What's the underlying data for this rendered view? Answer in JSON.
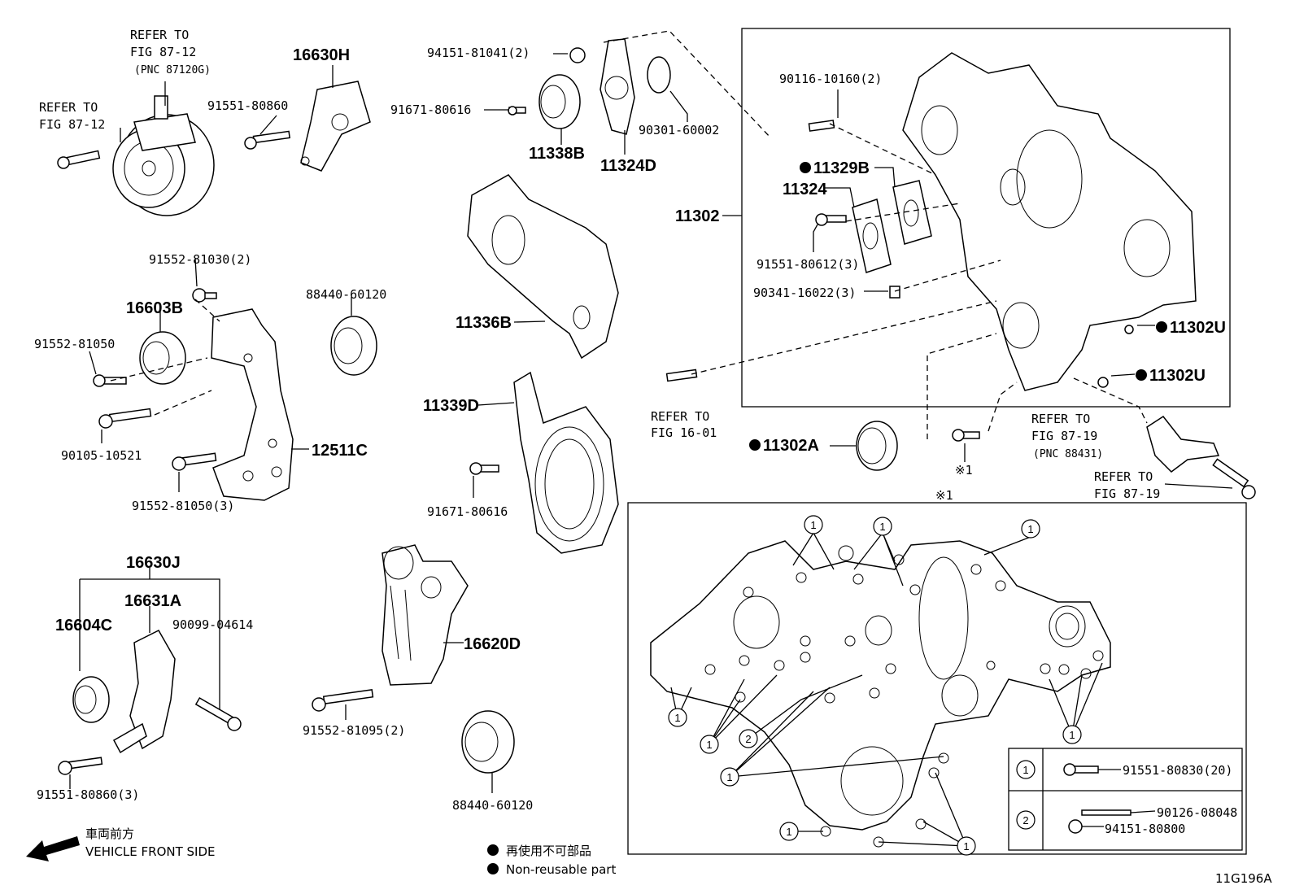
{
  "labels": {
    "p16630H": "16630H",
    "ref_87_12_a": "REFER TO",
    "ref_87_12_b": "FIG 87-12",
    "pnc_87120G": "(PNC 87120G)",
    "ref_87_12_c": "REFER TO",
    "ref_87_12_d": "FIG 87-12",
    "p91551_80860": "91551-80860",
    "p94151_81041": "94151-81041(2)",
    "p91671_80616_top": "91671-80616",
    "p11338B": "11338B",
    "p11324D": "11324D",
    "p90301_60002": "90301-60002",
    "p90116_10160": "90116-10160(2)",
    "p11329B": "11329B",
    "p11324": "11324",
    "p11302": "11302",
    "p91551_80612": "91551-80612(3)",
    "p90341_16022": "90341-16022(3)",
    "p11302U_a": "11302U",
    "p11302U_b": "11302U",
    "p91552_81030": "91552-81030(2)",
    "p16603B": "16603B",
    "p91552_81050": "91552-81050",
    "p88440_60120_top": "88440-60120",
    "p11336B": "11336B",
    "p11339D": "11339D",
    "p90105_10521": "90105-10521",
    "p12511C": "12511C",
    "p91552_81050_3": "91552-81050(3)",
    "p91671_80616_mid": "91671-80616",
    "ref_16_01_a": "REFER TO",
    "ref_16_01_b": "FIG 16-01",
    "p11302A": "11302A",
    "note_1": "※1",
    "ref_87_19_a": "REFER TO",
    "ref_87_19_b": "FIG 87-19",
    "pnc_88431": "(PNC 88431)",
    "ref_87_19_c": "REFER TO",
    "ref_87_19_d": "FIG 87-19",
    "note_1_box": "※1",
    "p16630J": "16630J",
    "p16631A": "16631A",
    "p16604C": "16604C",
    "p90099_04614": "90099-04614",
    "p16620D": "16620D",
    "p91552_81095": "91552-81095(2)",
    "p91551_80860_3": "91551-80860(3)",
    "p88440_60120_bot": "88440-60120",
    "front_jp": "車両前方",
    "front_en": "VEHICLE FRONT SIDE",
    "nonreuse_jp": "再使用不可部品",
    "nonreuse_en": "Non-reusable part",
    "fig_code": "11G196A"
  },
  "bolt_table": {
    "rows": [
      {
        "num": "1",
        "parts": [
          "91551-80830(20)"
        ]
      },
      {
        "num": "2",
        "parts": [
          "90126-08048",
          "94151-80800"
        ]
      }
    ]
  },
  "callout_numbers": {
    "one": "1",
    "two": "2"
  }
}
